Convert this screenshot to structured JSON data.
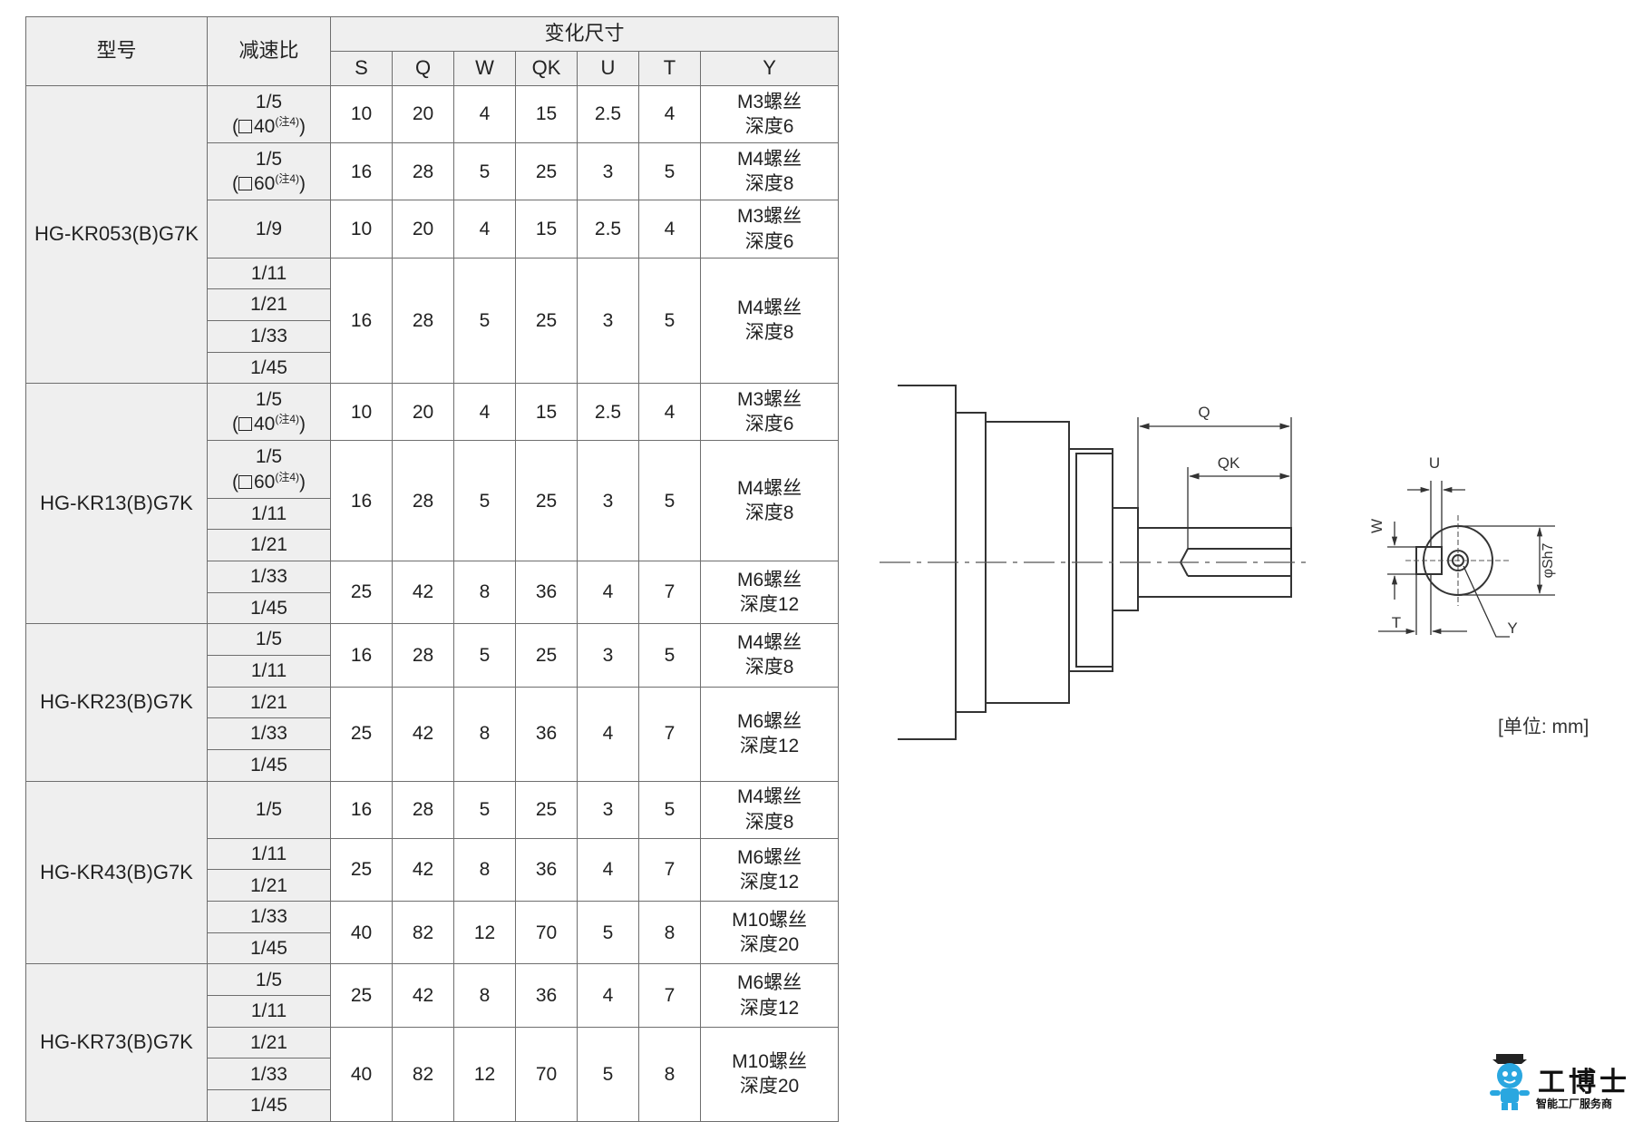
{
  "header": {
    "model": "型号",
    "ratio": "减速比",
    "group": "变化尺寸",
    "cols": [
      "S",
      "Q",
      "W",
      "QK",
      "U",
      "T",
      "Y"
    ]
  },
  "note_sup": "(注4)",
  "rows": [
    {
      "model": "HG-KR053(B)G7K",
      "span": 7,
      "groups": [
        {
          "ratios": [
            {
              "text": "1/5",
              "sq": "40",
              "note": true
            }
          ],
          "v": [
            "10",
            "20",
            "4",
            "15",
            "2.5",
            "4"
          ],
          "y": [
            "M3螺丝",
            "深度6"
          ]
        },
        {
          "ratios": [
            {
              "text": "1/5",
              "sq": "60",
              "note": true
            }
          ],
          "v": [
            "16",
            "28",
            "5",
            "25",
            "3",
            "5"
          ],
          "y": [
            "M4螺丝",
            "深度8"
          ]
        },
        {
          "ratios": [
            {
              "text": "1/9"
            }
          ],
          "v": [
            "10",
            "20",
            "4",
            "15",
            "2.5",
            "4"
          ],
          "y": [
            "M3螺丝",
            "深度6"
          ]
        },
        {
          "ratios": [
            {
              "text": "1/11"
            },
            {
              "text": "1/21"
            },
            {
              "text": "1/33"
            },
            {
              "text": "1/45"
            }
          ],
          "v": [
            "16",
            "28",
            "5",
            "25",
            "3",
            "5"
          ],
          "y": [
            "M4螺丝",
            "深度8"
          ]
        }
      ]
    },
    {
      "model": "HG-KR13(B)G7K",
      "span": 6,
      "groups": [
        {
          "ratios": [
            {
              "text": "1/5",
              "sq": "40",
              "note": true
            }
          ],
          "v": [
            "10",
            "20",
            "4",
            "15",
            "2.5",
            "4"
          ],
          "y": [
            "M3螺丝",
            "深度6"
          ]
        },
        {
          "ratios": [
            {
              "text": "1/5",
              "sq": "60",
              "note": true
            },
            {
              "text": "1/11"
            },
            {
              "text": "1/21"
            }
          ],
          "v": [
            "16",
            "28",
            "5",
            "25",
            "3",
            "5"
          ],
          "y": [
            "M4螺丝",
            "深度8"
          ]
        },
        {
          "ratios": [
            {
              "text": "1/33"
            },
            {
              "text": "1/45"
            }
          ],
          "v": [
            "25",
            "42",
            "8",
            "36",
            "4",
            "7"
          ],
          "y": [
            "M6螺丝",
            "深度12"
          ]
        }
      ]
    },
    {
      "model": "HG-KR23(B)G7K",
      "span": 5,
      "groups": [
        {
          "ratios": [
            {
              "text": "1/5"
            },
            {
              "text": "1/11"
            }
          ],
          "v": [
            "16",
            "28",
            "5",
            "25",
            "3",
            "5"
          ],
          "y": [
            "M4螺丝",
            "深度8"
          ]
        },
        {
          "ratios": [
            {
              "text": "1/21"
            },
            {
              "text": "1/33"
            },
            {
              "text": "1/45"
            }
          ],
          "v": [
            "25",
            "42",
            "8",
            "36",
            "4",
            "7"
          ],
          "y": [
            "M6螺丝",
            "深度12"
          ]
        }
      ]
    },
    {
      "model": "HG-KR43(B)G7K",
      "span": 5,
      "groups": [
        {
          "ratios": [
            {
              "text": "1/5"
            }
          ],
          "v": [
            "16",
            "28",
            "5",
            "25",
            "3",
            "5"
          ],
          "y": [
            "M4螺丝",
            "深度8"
          ]
        },
        {
          "ratios": [
            {
              "text": "1/11"
            },
            {
              "text": "1/21"
            }
          ],
          "v": [
            "25",
            "42",
            "8",
            "36",
            "4",
            "7"
          ],
          "y": [
            "M6螺丝",
            "深度12"
          ]
        },
        {
          "ratios": [
            {
              "text": "1/33"
            },
            {
              "text": "1/45"
            }
          ],
          "v": [
            "40",
            "82",
            "12",
            "70",
            "5",
            "8"
          ],
          "y": [
            "M10螺丝",
            "深度20"
          ]
        }
      ]
    },
    {
      "model": "HG-KR73(B)G7K",
      "span": 5,
      "groups": [
        {
          "ratios": [
            {
              "text": "1/5"
            },
            {
              "text": "1/11"
            }
          ],
          "v": [
            "25",
            "42",
            "8",
            "36",
            "4",
            "7"
          ],
          "y": [
            "M6螺丝",
            "深度12"
          ]
        },
        {
          "ratios": [
            {
              "text": "1/21"
            },
            {
              "text": "1/33"
            },
            {
              "text": "1/45"
            }
          ],
          "v": [
            "40",
            "82",
            "12",
            "70",
            "5",
            "8"
          ],
          "y": [
            "M10螺丝",
            "深度20"
          ]
        }
      ]
    }
  ],
  "drawing": {
    "q": "Q",
    "qk": "QK",
    "u": "U",
    "w": "W",
    "t": "T",
    "y": "Y",
    "phi": "φSh7"
  },
  "unit_note": "[单位: mm]",
  "logo": {
    "title": "工博士",
    "subtitle": "智能工厂服务商",
    "accent": "#2aa7e0"
  }
}
